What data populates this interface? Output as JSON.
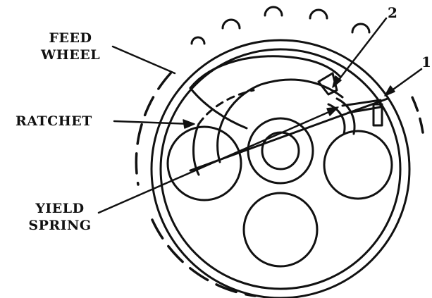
{
  "labels": {
    "feed_wheel_line1": "FEED",
    "feed_wheel_line2": "WHEEL",
    "ratchet": "RATCHET",
    "yield_spring_line1": "YIELD",
    "yield_spring_line2": "SPRING",
    "callout_1": "1",
    "callout_2": "2"
  },
  "colors": {
    "ink": "#111111",
    "background": "#ffffff"
  }
}
